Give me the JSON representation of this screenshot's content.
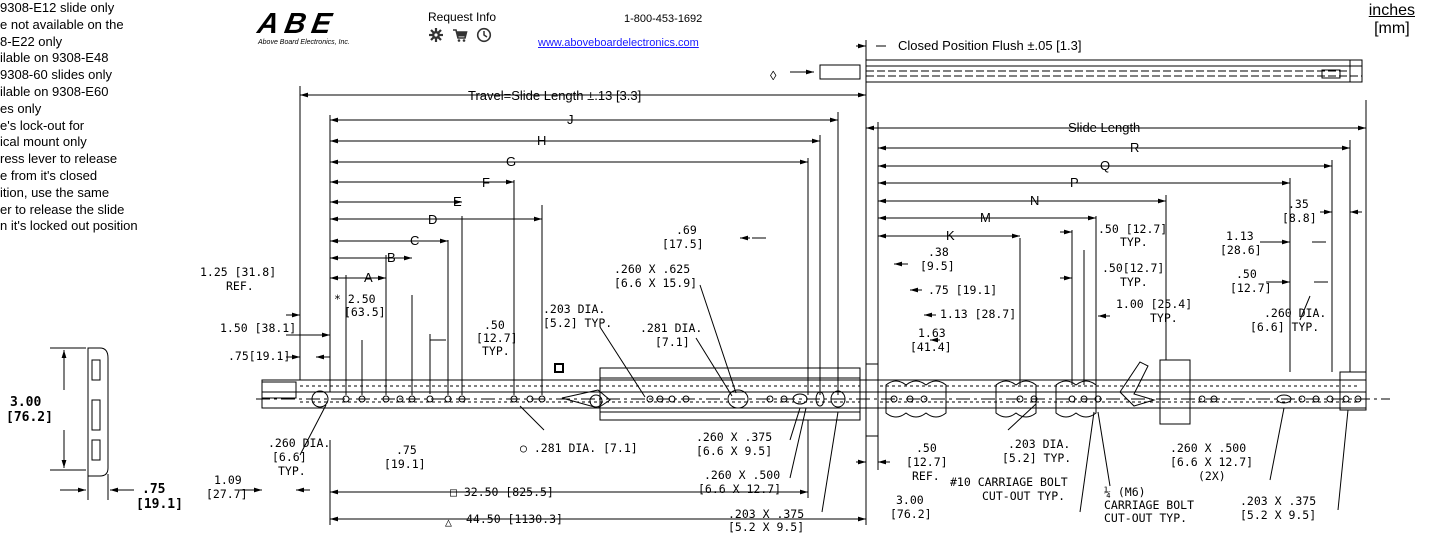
{
  "notes": [
    "9308-E12 slide only",
    "e not available on the",
    "8-E22 only",
    "ilable on 9308-E48",
    "9308-60 slides only",
    "ilable on 9308-E60",
    "es only",
    "e's lock-out for",
    "ical mount only",
    "ress lever to release",
    "e from it's closed",
    "ition, use the same",
    "er to release the slide",
    "n it's locked out position"
  ],
  "units": {
    "primary": "inches",
    "secondary": "[mm]"
  },
  "header": {
    "logo_text": "ABE",
    "logo_tagline": "Above Board Electronics, Inc.",
    "request_info": "Request Info",
    "phone": "1-800-453-1692",
    "url": "www.aboveboardelectronics.com",
    "icons": [
      "gear-icon",
      "cart-icon",
      "clock-icon"
    ]
  },
  "labels": {
    "closed_flush": "Closed Position Flush ±.05 [1.3]",
    "travel": "Travel=Slide Length ±.13 [3.3]",
    "slide_length": "Slide Length",
    "J": "J",
    "H": "H",
    "G": "G",
    "F": "F",
    "E": "E",
    "D": "D",
    "C": "C",
    "B": "B",
    "A": "A",
    "R": "R",
    "Q": "Q",
    "P": "P",
    "N": "N",
    "M": "M",
    "K": "K",
    "d_125": "1.25 [31.8]",
    "ref1": "REF.",
    "d_250": "* 2.50",
    "d_250mm": "[63.5]",
    "d_150": "1.50 [38.1]",
    "d_075a": ".75[19.1]",
    "d_50a": ".50",
    "d_50amm": "[12.7]",
    "typ_a": "TYP.",
    "d_203": ".203 DIA.",
    "d_203mm": "[5.2] TYP.",
    "d_281": ".281 DIA.",
    "d_281mm": "[7.1]",
    "d_260x625": ".260 X .625",
    "d_260x625mm": "[6.6 X 15.9]",
    "d_69": ".69",
    "d_69mm": "[17.5]",
    "d_38": ".38",
    "d_38mm": "[9.5]",
    "d_75b": ".75 [19.1]",
    "d_113": "1.13 [28.7]",
    "d_163": "1.63",
    "d_163mm": "[41.4]",
    "d_50b": ".50 [12.7]",
    "typ_b": "TYP.",
    "d_50c": ".50[12.7]",
    "typ_c": "TYP.",
    "d_100": "1.00 [25.4]",
    "typ_d": "TYP.",
    "d_113b": "1.13",
    "d_113bmm": "[28.6]",
    "d_35": ".35",
    "d_35mm": "[8.8]",
    "d_50d": ".50",
    "d_50dmm": "[12.7]",
    "d_260r": ".260 DIA.",
    "d_260rmm": "[6.6] TYP.",
    "d_260l": ".260 DIA.",
    "d_260lmm": "[6.6]",
    "typ_l": "TYP.",
    "d_75c": ".75",
    "d_75cmm": "[19.1]",
    "d_281b": "○ .281 DIA. [7.1]",
    "d_109": "1.09",
    "d_109mm": "[27.7]",
    "d_3250": "□ 32.50 [825.5]",
    "d_4450": "44.50 [1130.3]",
    "d_260x375": ".260 X .375",
    "d_260x375mm": "[6.6 X 9.5]",
    "d_260x500": ".260 X .500",
    "d_260x500mm": "[6.6 X 12.7]",
    "d_203x375": ".203 X .375",
    "d_203x375mm": "[5.2 X 9.5]",
    "d_50e": ".50",
    "d_50emm": "[12.7]",
    "ref2": "REF.",
    "d_300": "3.00",
    "d_300mm": "[76.2]",
    "d_203b": ".203 DIA.",
    "d_203bmm": "[5.2] TYP.",
    "carriage10": "#10 CARRIAGE BOLT",
    "cutout1": "CUT-OUT TYP.",
    "carriage_m6": "¼ (M6)",
    "carriage2": "CARRIAGE BOLT",
    "cutout2": "CUT-OUT TYP.",
    "d_260x500r": ".260 X .500",
    "d_260x500rmm": "[6.6 X 12.7]",
    "twox": "(2X)",
    "d_203x375r": ".203 X .375",
    "d_203x375rmm": "[5.2 X 9.5]",
    "side_300": "3.00",
    "side_300mm": "[76.2]",
    "side_75": ".75",
    "side_75mm": "[19.1]"
  }
}
